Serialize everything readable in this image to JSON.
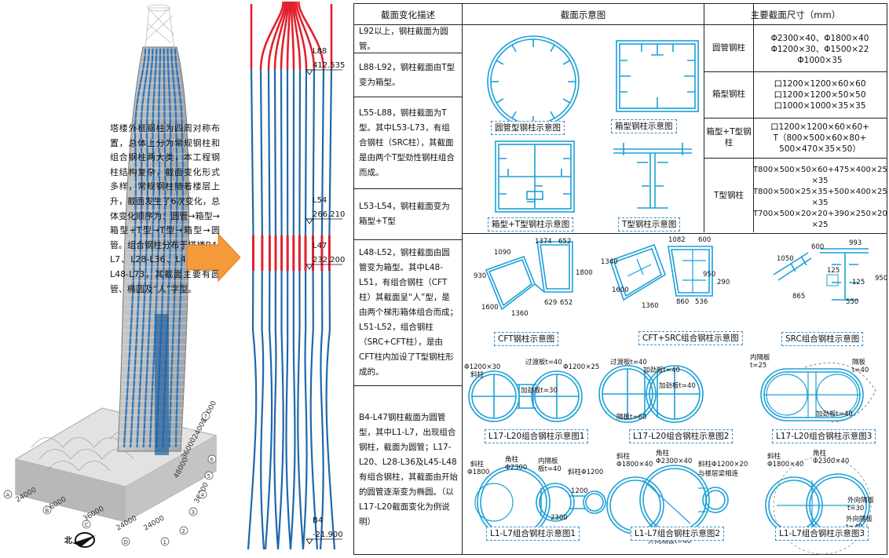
{
  "intro_text": "塔楼外框钢柱为四周对称布置，总体上分为常规钢柱和组合钢柱两大类，本工程钢柱结构复杂，截面变化形式多样，常规钢柱随着楼层上升，截面发生了6次变化，总体变化顺序为：圆管→箱型→箱型+T型→T型→箱型→圆管。组合钢柱分布于塔楼B4-L7、L28-L36、L45-L48及L48-L73，其截面主要有圆管、椭圆及“人”字型。",
  "grid_labels": [
    "24000",
    "36000",
    "36000",
    "24000",
    "24000",
    "48000",
    "36000",
    "24000",
    "60000",
    "36000"
  ],
  "grid_bubbles": [
    "A",
    "B",
    "C",
    "D",
    "1",
    "2",
    "3",
    "4",
    "5",
    "6",
    "7"
  ],
  "elevations": [
    {
      "level": "L88",
      "value": "412.535"
    },
    {
      "level": "L54",
      "value": "266.210"
    },
    {
      "level": "L47",
      "value": "232.200"
    },
    {
      "level": "B4",
      "value": "-21.900"
    }
  ],
  "table": {
    "headers": {
      "description": "截面变化描述",
      "diagram": "截面示意图",
      "dimensions": "主要截面尺寸（mm）"
    },
    "rows": [
      "L92以上，钢柱截面为圆管。",
      "L88-L92，钢柱截面由T型变为箱型。",
      "L55-L88，钢柱截面为T型。其中L53-L73，有组合钢柱（SRC柱），其截面是由两个T型劲性钢柱组合而成。",
      "L53-L54，钢柱截面变为箱型+T型",
      "L48-L52，钢柱截面由圆管变为箱型。其中L48-L51，有组合钢柱（CFT柱）其截面呈“人”型，是由两个梯形箱体组合而成；L51-L52，组合钢柱（SRC+CFT柱），是由CFT柱内加设了T型钢柱形成的。",
      "B4-L47钢柱截面为圆管型，其中L1-L7，出现组合钢柱，截面为圆管；L17-L20、L28-L36及L45-L48有组合钢柱，其截面由开始的圆管逐渐变为椭圆。（以L17-L20截面变化为例说明）"
    ],
    "captions": {
      "round": "圆管型钢柱示意图",
      "box": "箱型钢柱示意图",
      "boxT": "箱型+T型钢柱示意图",
      "T": "T型钢柱示意图",
      "cft": "CFT钢柱示意图",
      "cftsrc": "CFT+SRC组合钢柱示意图",
      "src": "SRC组合钢柱示意图",
      "l17a": "L17-L20组合钢柱示意图1",
      "l17b": "L17-L20组合钢柱示意图2",
      "l17c": "L17-L20组合钢柱示意图3",
      "l1a": "L1-L7组合钢柱示意图1",
      "l1b": "L1-L7组合钢柱示意图2",
      "l1c": "L1-L7组合钢柱示意图3"
    },
    "sections": [
      {
        "name": "圆管钢柱",
        "dims": [
          "Φ2300×40、Φ1800×40",
          "Φ1200×30、Φ1500×22",
          "Φ1000×35"
        ]
      },
      {
        "name": "箱型钢柱",
        "dims": [
          "口1200×1200×60×60",
          "口1200×1200×50×50",
          "口1000×1000×35×35"
        ]
      },
      {
        "name": "箱型+T型钢柱",
        "dims": [
          "口1200×1200×60×60+",
          "T（800×500×60×80+",
          "500×470×35×50）"
        ]
      },
      {
        "name": "T型钢柱",
        "dims": [
          "T800×500×50×60+475×400×25",
          "×35",
          "T800×500×25×35+500×400×25",
          "×35",
          "T700×500×20×20+390×250×20",
          "×25"
        ]
      }
    ],
    "dim_labels": {
      "cft": [
        "1374",
        "652",
        "1800",
        "629",
        "652",
        "1600",
        "930",
        "1090",
        "1360"
      ],
      "cftsrc": [
        "1082",
        "600",
        "950",
        "290",
        "860",
        "536",
        "1340",
        "1600",
        "1360"
      ],
      "src": [
        "993",
        "600",
        "1050",
        "950",
        "125",
        "550",
        "125",
        "865"
      ],
      "l17a": [
        "Φ1200×30",
        "Φ1200×25",
        "过渡板t=40",
        "斜柱",
        "加劲板t=30"
      ],
      "l17b": [
        "过渡板t=40",
        "加劲板t=40",
        "加劲板t=40",
        "隔板t=60"
      ],
      "l17c": [
        "内隔板",
        "t=25",
        "隔板",
        "t=40",
        "加劲板t=40"
      ],
      "l1a": [
        "角柱",
        "Φ2300",
        "斜柱",
        "Φ1800",
        "内隔板",
        "板t=40",
        "斜柱Φ1200",
        "1200",
        "2300"
      ],
      "l1b": [
        "斜柱",
        "Φ1800×40",
        "角柱",
        "Φ2300×40",
        "斜柱Φ1200×20",
        "与楼层梁相连",
        "外向隔板t=40"
      ],
      "l1c": [
        "斜柱",
        "Φ1800×40",
        "角柱",
        "Φ2300×40",
        "外向隔板",
        "t=30",
        "外向隔板",
        "t=40"
      ]
    }
  }
}
